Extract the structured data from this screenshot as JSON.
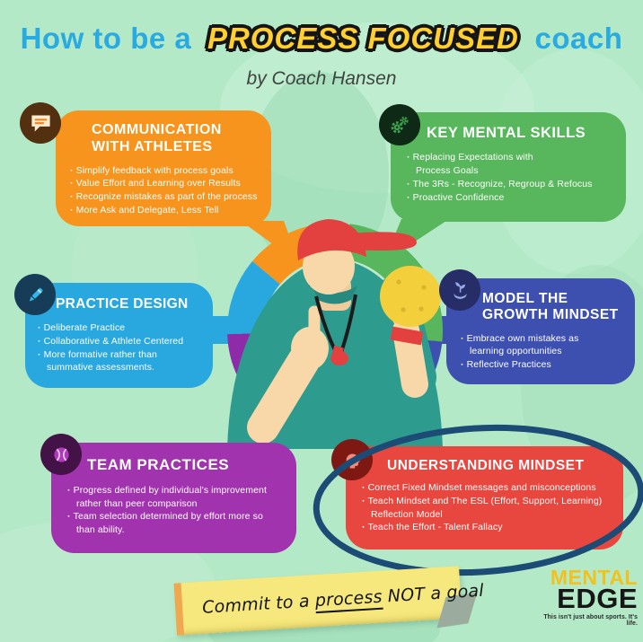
{
  "title": {
    "part1": "How to be a",
    "highlight": "PROCESS FOCUSED",
    "part2": "coach",
    "subtitle": "by Coach Hansen"
  },
  "cards": [
    {
      "id": "communication",
      "icon": "speech-bubble-icon",
      "color": "#F7941E",
      "icon_bg": "#53300F",
      "title": "COMMUNICATION\nWITH ATHLETES",
      "bullets": [
        "Simplify feedback with process goals",
        "Value Effort and Learning over Results",
        "Recognize mistakes as part of the process",
        "More Ask and Delegate, Less Tell"
      ]
    },
    {
      "id": "mental-skills",
      "icon": "gears-icon",
      "color": "#58B65C",
      "icon_bg": "#0F2917",
      "title": "KEY MENTAL SKILLS",
      "bullets": [
        "Replacing Expectations with\nProcess Goals",
        "The 3Rs - Recognize, Regroup & Refocus",
        "Proactive Confidence"
      ]
    },
    {
      "id": "practice-design",
      "icon": "pencil-icon",
      "color": "#29A8E0",
      "icon_bg": "#163C57",
      "title": "PRACTICE DESIGN",
      "bullets": [
        "Deliberate Practice",
        "Collaborative & Athlete Centered",
        "More formative rather than\nsummative assessments."
      ]
    },
    {
      "id": "growth-mindset",
      "icon": "growth-hand-icon",
      "color": "#3D50B0",
      "icon_bg": "#272E67",
      "title": "MODEL THE\nGROWTH MINDSET",
      "bullets": [
        "Embrace own mistakes as\nlearning opportunities",
        "Reflective Practices"
      ]
    },
    {
      "id": "team-practices",
      "icon": "tennis-ball-icon",
      "color": "#A233AF",
      "icon_bg": "#431246",
      "title": "TEAM PRACTICES",
      "bullets": [
        "Progress defined by individual's improvement\nrather than peer comparison",
        "Team selection determined by effort more so\nthan ability."
      ]
    },
    {
      "id": "understanding-mindset",
      "icon": "head-profile-icon",
      "color": "#E8473F",
      "icon_bg": "#7E1813",
      "title": "UNDERSTANDING MINDSET",
      "bullets": [
        "Correct Fixed Mindset messages and misconceptions",
        "Teach Mindset and The ESL (Effort, Support, Learning)\nReflection Model",
        "Teach the Effort - Talent Fallacy"
      ]
    }
  ],
  "note": {
    "prefix": "Commit to a ",
    "underlined": "process",
    "suffix": " NOT a goal"
  },
  "logo": {
    "line1": "MENTAL",
    "line2": "EDGE",
    "tagline": "This isn't just about sports. It's life."
  },
  "colors": {
    "background": "#B3E9C7",
    "title_blue": "#29ABE2",
    "highlight_yellow": "#FFD02F",
    "emphasis_ellipse": "#1C4C76",
    "note_yellow": "#F6E87D",
    "logo_yellow": "#F2C11E",
    "ring": [
      "#F7941E",
      "#58B65C",
      "#3D50B0",
      "#E8473F",
      "#A233AF",
      "#29A8E0"
    ]
  }
}
